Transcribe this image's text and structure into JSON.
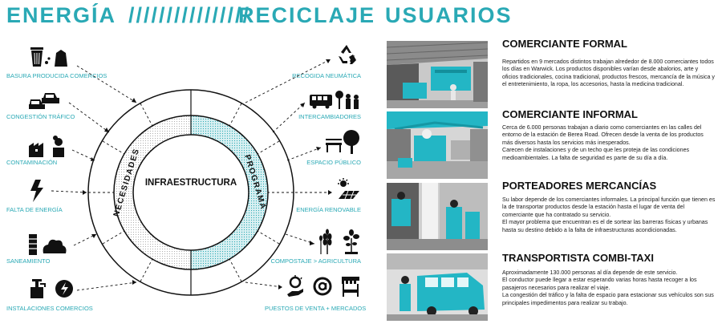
{
  "header": {
    "energia": "ENERGÍA",
    "slashes": "////////////////",
    "reciclaje": "RECICLAJE",
    "usuarios": "USUARIOS"
  },
  "colors": {
    "accent": "#2aa9b5",
    "ink": "#111111"
  },
  "left_items": [
    {
      "label": "BASURA PRODUCIDA COMERCIOS",
      "icons": [
        "trash-bin-icon",
        "garbage-bag-icon"
      ]
    },
    {
      "label": "CONGESTIÓN TRÁFICO",
      "icons": [
        "cars-traffic-icon"
      ]
    },
    {
      "label": "CONTAMINACIÓN",
      "icons": [
        "factory-smoke-icon"
      ]
    },
    {
      "label": "FALTA DE ENERGÍA",
      "icons": [
        "lightning-icon"
      ]
    },
    {
      "label": "SANEAMIENTO",
      "icons": [
        "sewage-icon"
      ]
    },
    {
      "label": "INSTALACIONES COMERCIOS",
      "icons": [
        "water-tap-icon",
        "power-icon"
      ]
    }
  ],
  "right_items": [
    {
      "label": "RECOGIDA NEUMÁTICA",
      "icons": [
        "recycle-icon"
      ]
    },
    {
      "label": "INTERCAMBIADORES",
      "icons": [
        "bus-icon",
        "bus-stop-icon"
      ]
    },
    {
      "label": "ESPACIO PÚBLICO",
      "icons": [
        "bench-tree-icon"
      ]
    },
    {
      "label": "ENERGÍA RENOVABLE",
      "icons": [
        "solar-panel-icon"
      ]
    },
    {
      "label": "COMPOSTAJE  > AGRICULTURA",
      "icons": [
        "wheat-icon",
        "plant-icon"
      ]
    },
    {
      "label": "PUESTOS DE VENTA + MERCADOS",
      "icons": [
        "hand-coin-icon",
        "at-icon",
        "market-stall-icon"
      ]
    }
  ],
  "diagram": {
    "center": "INFRAESTRUCTURA",
    "left_ring": "NECESIDADES",
    "right_ring": "PROGRAMA"
  },
  "sections": [
    {
      "title": "COMERCIANTE FORMAL",
      "body": [
        "Repartidos en 9 mercados distintos trabajan alrededor de 8.000 comerciantes todos los días en Warwick.  Los productos disponibles varían desde abalorios, arte y oficios tradicionales, cocina tradicional, productos frescos, mercancía de la música y el entretenimiento, la ropa, los accesorios, hasta la medicina tradicional."
      ]
    },
    {
      "title": "COMERCIANTE INFORMAL",
      "body": [
        "Cerca de 6.000 personas trabajan a diario como comerciantes en las calles del entorno de la estación de Berea Road. Ofrecen desde la venta de los productos más diversos hasta los servicios más inesperados.",
        "Carecen de instalaciones y de un techo que les proteja de las condiciones medioambientales. La falta de seguridad es parte de su día a día."
      ]
    },
    {
      "title": "PORTEADORES MERCANCÍAS",
      "body": [
        "Su labor depende de los comerciantes informales. La principal función que tienen es la de transportar productos desde la estación hasta el lugar de venta del comerciante que ha contratado su servicio.",
        "El mayor problema que encuentran es el de sortear las barreras físicas y urbanas hasta su destino debido a la falta de infraestructuras acondicionadas."
      ]
    },
    {
      "title": "TRANSPORTISTA COMBI-TAXI",
      "body": [
        "Aproximadamente 130.000 personas al día depende de este servicio.",
        "El conductor puede llegar a estar esperando varias horas hasta recoger a los pasajeros necesarios para realizar el viaje.",
        "La congestión del  tráfico y la falta de espacio para estacionar sus vehículos son sus principales impedimentos para realizar su trabajo."
      ]
    }
  ]
}
